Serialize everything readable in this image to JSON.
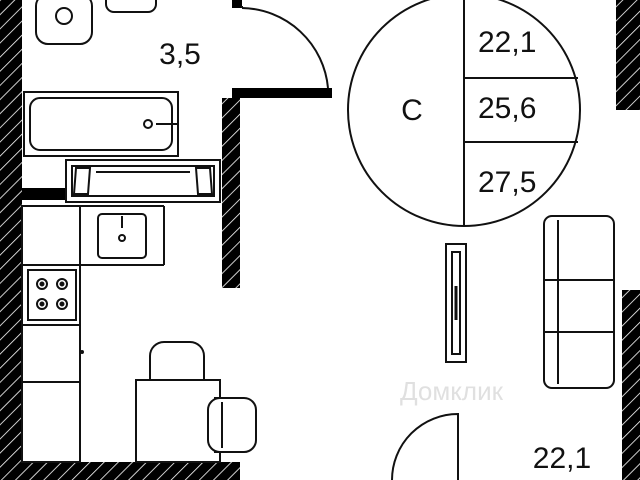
{
  "floorplan": {
    "bathroom_area": "3,5",
    "room_area": "22,1",
    "legend": {
      "class_letter": "С",
      "rows": [
        "22,1",
        "25,6",
        "27,5"
      ]
    },
    "watermark": "Домклик"
  },
  "colors": {
    "wall": "#000000",
    "line": "#111111",
    "background": "#ffffff",
    "watermark": "#c8c8c8"
  },
  "icons": [
    "toilet-icon",
    "bathtub-icon",
    "sink-icon",
    "stove-icon",
    "sofa-icon",
    "chair-icon",
    "door-icon"
  ]
}
